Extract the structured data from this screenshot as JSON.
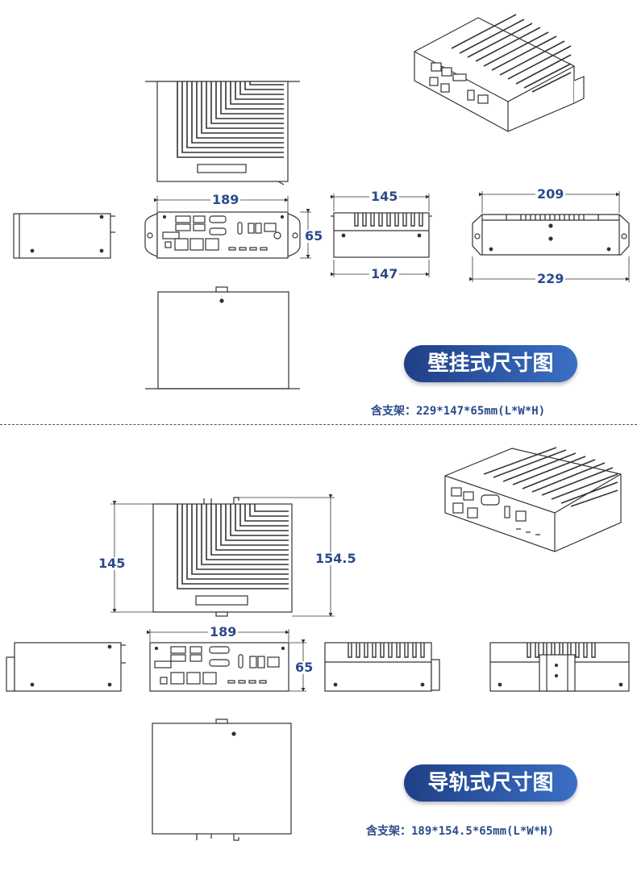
{
  "wall_mount": {
    "title": "壁挂式尺寸图",
    "caption": "含支架：229*147*65mm(L*W*H)",
    "dims": {
      "front_width": "189",
      "height": "65",
      "side_top": "145",
      "side_bottom": "147",
      "rear_top": "209",
      "rear_bottom": "229"
    }
  },
  "din_rail": {
    "title": "导轨式尺寸图",
    "caption": "含支架：189*154.5*65mm(L*W*H)",
    "dims": {
      "top_left": "145",
      "top_right": "154.5",
      "front_width": "189",
      "height": "65"
    }
  },
  "colors": {
    "accent": "#2a4a8c",
    "badge": "#2c59a8",
    "line": "#333333"
  }
}
